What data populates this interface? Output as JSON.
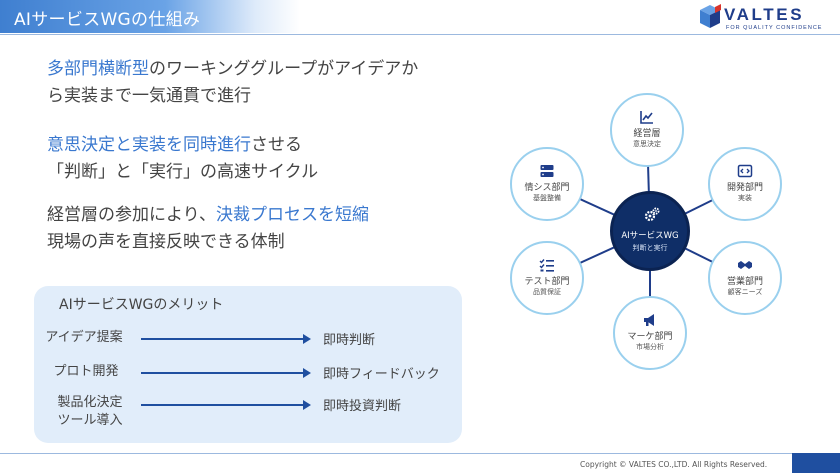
{
  "slide": {
    "title": "AIサービスWGの仕組み"
  },
  "logo": {
    "name": "VALTES",
    "tagline": "FOR QUALITY CONFIDENCE"
  },
  "statements": [
    {
      "line1_hl": "多部門横断型",
      "line1_rest": "のワーキンググループがアイデアか",
      "line2": "ら実装まで一気通貫で進行"
    },
    {
      "line1_hl": "意思決定と実装を同時進行",
      "line1_rest": "させる",
      "line2": "「判断」と「実行」の高速サイクル"
    },
    {
      "line1_pre": "経営層の参加により、",
      "line1_hl": "決裁プロセスを短縮",
      "line2": "現場の声を直接反映できる体制"
    }
  ],
  "merits": {
    "title": "AIサービスWGのメリット",
    "rows": [
      {
        "left": "アイデア提案",
        "right": "即時判断"
      },
      {
        "left": "プロト開発",
        "right": "即時フィードバック"
      },
      {
        "left_line1": "製品化決定",
        "left_line2": "ツール導入",
        "right": "即時投資判断"
      }
    ]
  },
  "diagram": {
    "center": {
      "name": "AIサービスWG",
      "sub": "判断と実行",
      "icon": "gears-icon"
    },
    "nodes": [
      {
        "name": "経営層",
        "sub": "意思決定",
        "icon": "chart-line-icon"
      },
      {
        "name": "開発部門",
        "sub": "実装",
        "icon": "code-window-icon"
      },
      {
        "name": "営業部門",
        "sub": "顧客ニーズ",
        "icon": "handshake-icon"
      },
      {
        "name": "マーケ部門",
        "sub": "市場分析",
        "icon": "megaphone-icon"
      },
      {
        "name": "テスト部門",
        "sub": "品質保証",
        "icon": "checklist-icon"
      },
      {
        "name": "情シス部門",
        "sub": "基盤整備",
        "icon": "server-icon"
      }
    ],
    "colors": {
      "center": "#0f2e67",
      "ring": "#9ad0ee",
      "accent": "#3a78cf"
    }
  },
  "footer": {
    "copyright": "Copyright © VALTES CO.,LTD. All Rights Reserved."
  }
}
